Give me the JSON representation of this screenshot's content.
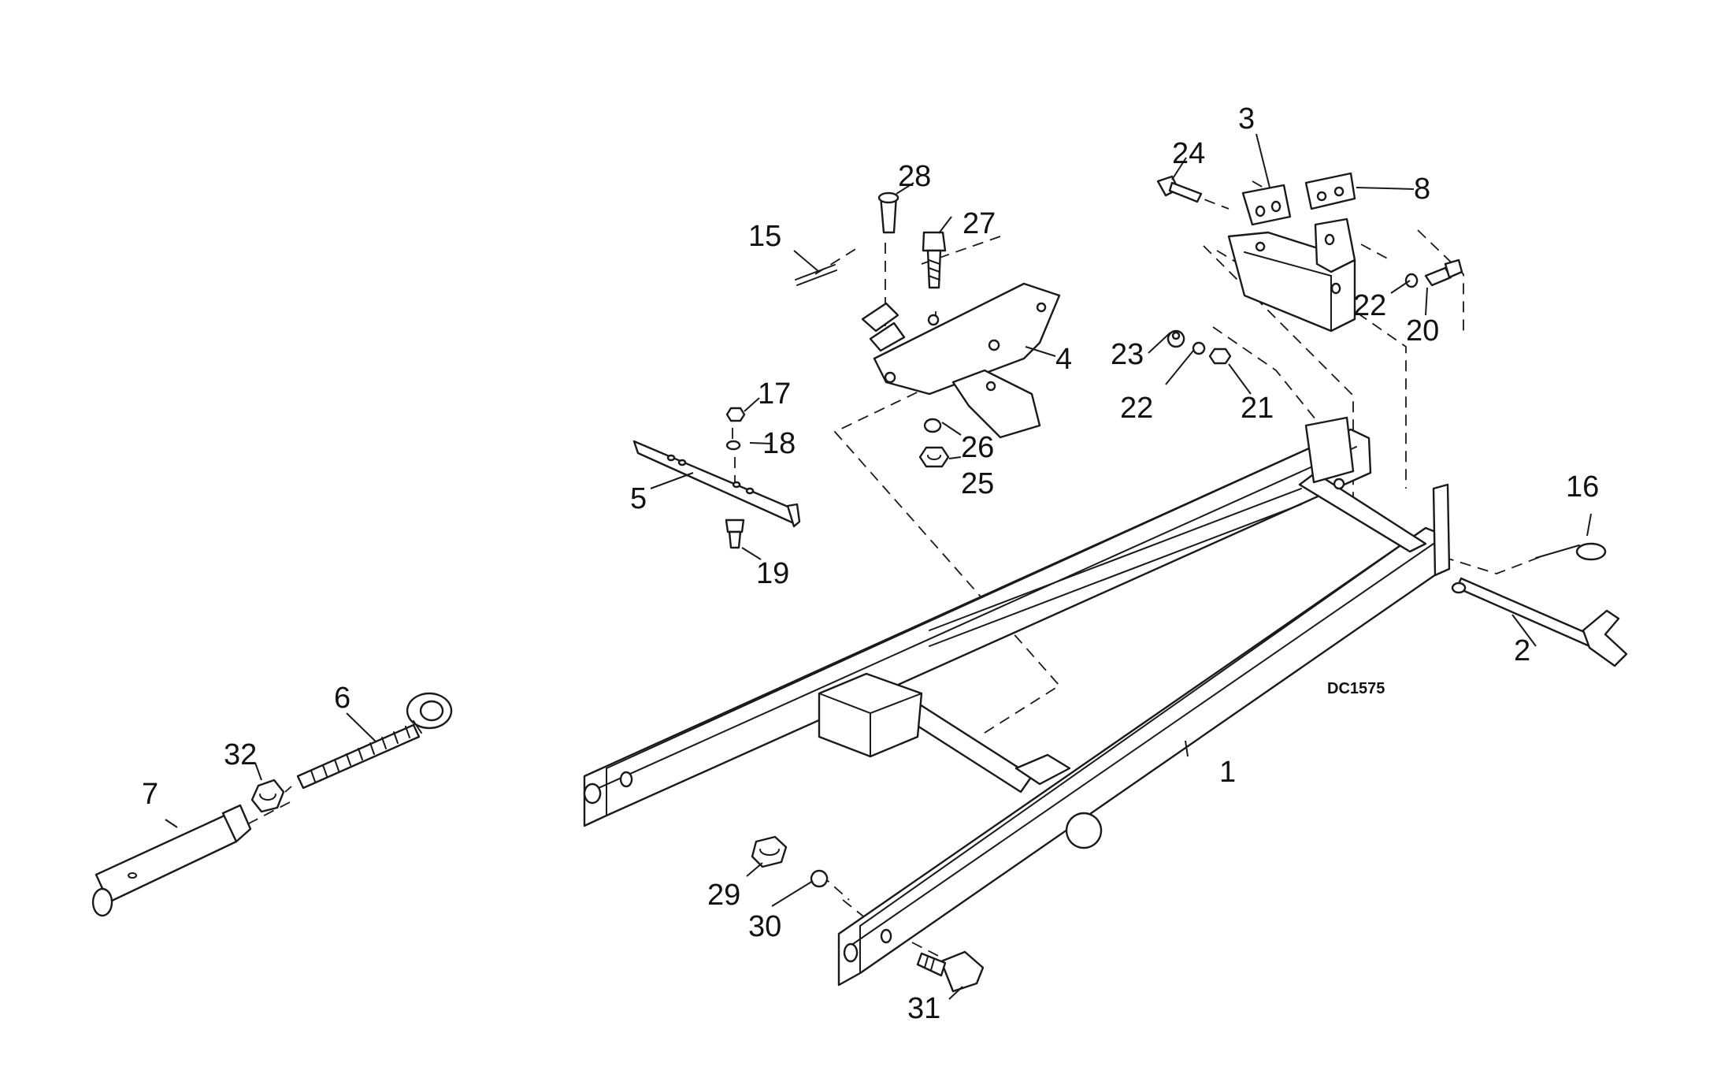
{
  "diagram": {
    "reference_code": "DC1575",
    "callouts": [
      {
        "id": "c1",
        "label": "1"
      },
      {
        "id": "c2",
        "label": "2"
      },
      {
        "id": "c3",
        "label": "3"
      },
      {
        "id": "c4",
        "label": "4"
      },
      {
        "id": "c5",
        "label": "5"
      },
      {
        "id": "c6",
        "label": "6"
      },
      {
        "id": "c7",
        "label": "7"
      },
      {
        "id": "c8",
        "label": "8"
      },
      {
        "id": "c15",
        "label": "15"
      },
      {
        "id": "c16",
        "label": "16"
      },
      {
        "id": "c17",
        "label": "17"
      },
      {
        "id": "c18",
        "label": "18"
      },
      {
        "id": "c19",
        "label": "19"
      },
      {
        "id": "c20",
        "label": "20"
      },
      {
        "id": "c21",
        "label": "21"
      },
      {
        "id": "c22a",
        "label": "22"
      },
      {
        "id": "c22b",
        "label": "22"
      },
      {
        "id": "c23",
        "label": "23"
      },
      {
        "id": "c24",
        "label": "24"
      },
      {
        "id": "c25",
        "label": "25"
      },
      {
        "id": "c26",
        "label": "26"
      },
      {
        "id": "c27",
        "label": "27"
      },
      {
        "id": "c28",
        "label": "28"
      },
      {
        "id": "c29",
        "label": "29"
      },
      {
        "id": "c30",
        "label": "30"
      },
      {
        "id": "c31",
        "label": "31"
      },
      {
        "id": "c32",
        "label": "32"
      }
    ]
  }
}
